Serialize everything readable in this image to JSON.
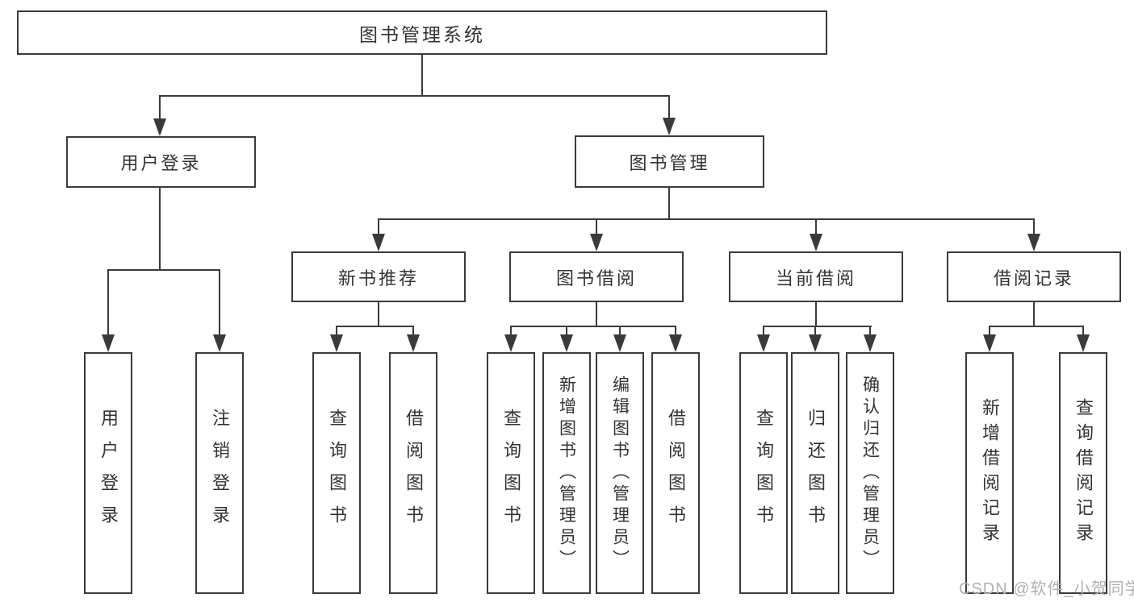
{
  "root": {
    "label": "图书管理系统"
  },
  "level2": [
    {
      "label": "用户登录"
    },
    {
      "label": "图书管理"
    }
  ],
  "level3": [
    {
      "label": "新书推荐",
      "parent": "图书管理"
    },
    {
      "label": "图书借阅",
      "parent": "图书管理"
    },
    {
      "label": "当前借阅",
      "parent": "图书管理"
    },
    {
      "label": "借阅记录",
      "parent": "图书管理"
    }
  ],
  "leaves": [
    {
      "label": "用户登录",
      "parent": "用户登录"
    },
    {
      "label": "注销登录",
      "parent": "用户登录"
    },
    {
      "label": "查询图书",
      "parent": "新书推荐"
    },
    {
      "label": "借阅图书",
      "parent": "新书推荐"
    },
    {
      "label": "查询图书",
      "parent": "图书借阅"
    },
    {
      "label": "新增图书（管理员）",
      "parent": "图书借阅"
    },
    {
      "label": "编辑图书（管理员）",
      "parent": "图书借阅"
    },
    {
      "label": "借阅图书",
      "parent": "图书借阅"
    },
    {
      "label": "查询图书",
      "parent": "当前借阅"
    },
    {
      "label": "归还图书",
      "parent": "当前借阅"
    },
    {
      "label": "确认归还（管理员）",
      "parent": "当前借阅"
    },
    {
      "label": "新增借阅记录",
      "parent": "借阅记录"
    },
    {
      "label": "查询借阅记录",
      "parent": "借阅记录"
    }
  ],
  "watermark": {
    "text": "CSDN @软件_小贺同学"
  },
  "colors": {
    "line": "#3a3a3a",
    "text": "#333333",
    "watermark": "#b0b0b0",
    "background": "#ffffff"
  }
}
